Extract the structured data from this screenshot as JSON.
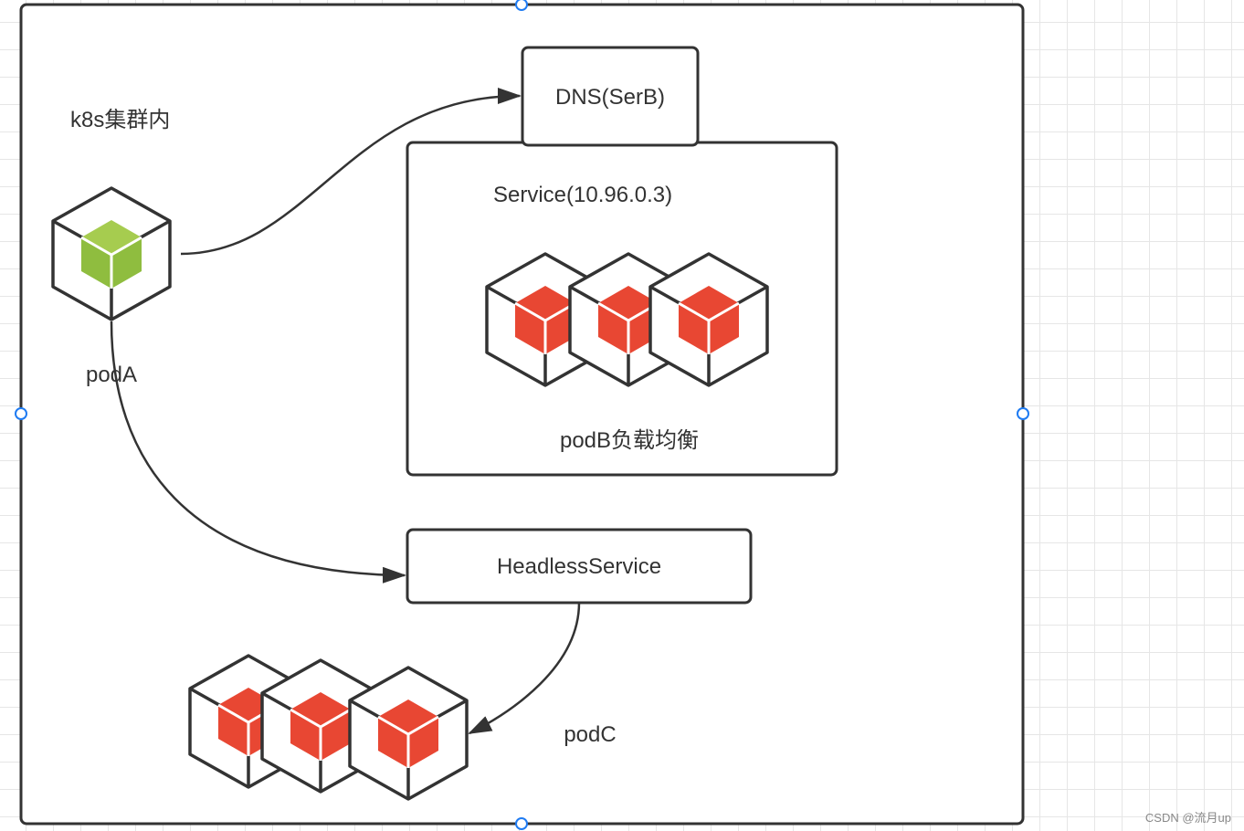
{
  "colors": {
    "stroke": "#333333",
    "pod_a_fill": "#8fbd3f",
    "pod_b_fill": "#e84733",
    "selection_handle": "#1f7bf2",
    "grid": "#e6e6e6"
  },
  "diagram": {
    "cluster_label": "k8s集群内",
    "pod_a_label": "podA",
    "dns_label": "DNS(SerB)",
    "service_label": "Service(10.96.0.3)",
    "pod_b_label": "podB负载均衡",
    "headless_label": "HeadlessService",
    "pod_c_label": "podC"
  },
  "icons": {
    "pod_a": "green-cube-icon",
    "pod_b": "red-cube-icon",
    "pod_c": "red-cube-icon"
  },
  "watermark": "CSDN @流月up"
}
